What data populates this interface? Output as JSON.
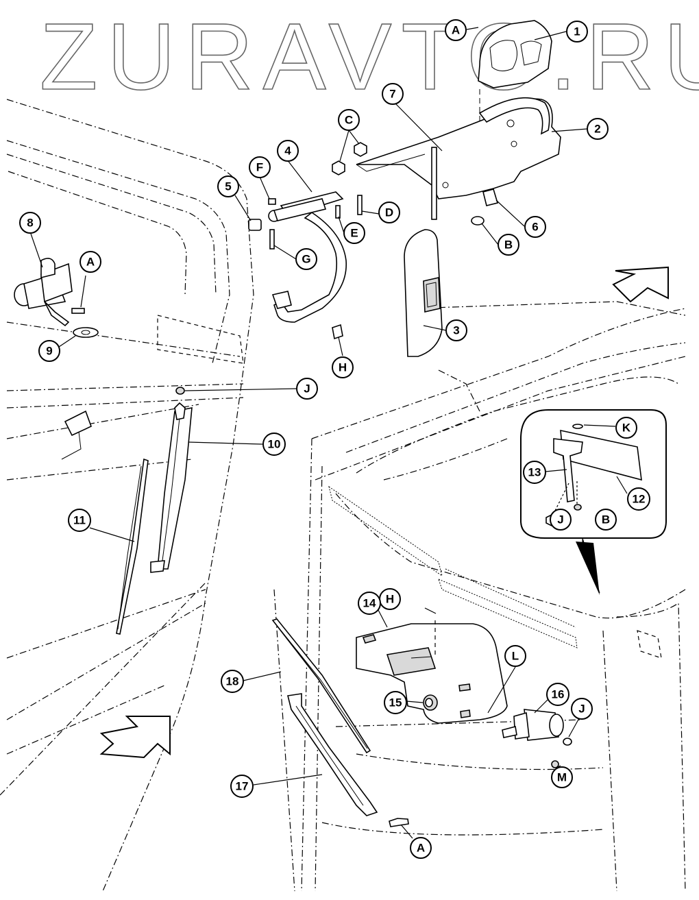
{
  "watermark": "ZURAVTO.RU",
  "callouts": {
    "c_A1": "A",
    "c_1": "1",
    "c_2": "2",
    "c_7": "7",
    "c_C": "C",
    "c_4": "4",
    "c_F": "F",
    "c_5": "5",
    "c_D": "D",
    "c_E": "E",
    "c_6": "6",
    "c_B1": "B",
    "c_G": "G",
    "c_8": "8",
    "c_A2": "A",
    "c_9": "9",
    "c_3": "3",
    "c_H1": "H",
    "c_J1": "J",
    "c_10": "10",
    "c_11": "11",
    "c_K": "K",
    "c_13": "13",
    "c_12": "12",
    "c_J2": "J",
    "c_B2": "B",
    "c_H2": "H",
    "c_14": "14",
    "c_L": "L",
    "c_18": "18",
    "c_15": "15",
    "c_16": "16",
    "c_J3": "J",
    "c_M": "M",
    "c_17": "17",
    "c_A3": "A"
  },
  "colors": {
    "line": "#000000",
    "fill": "#ffffff",
    "shade": "#d9d9d9",
    "watermark_stroke": "#666666"
  }
}
